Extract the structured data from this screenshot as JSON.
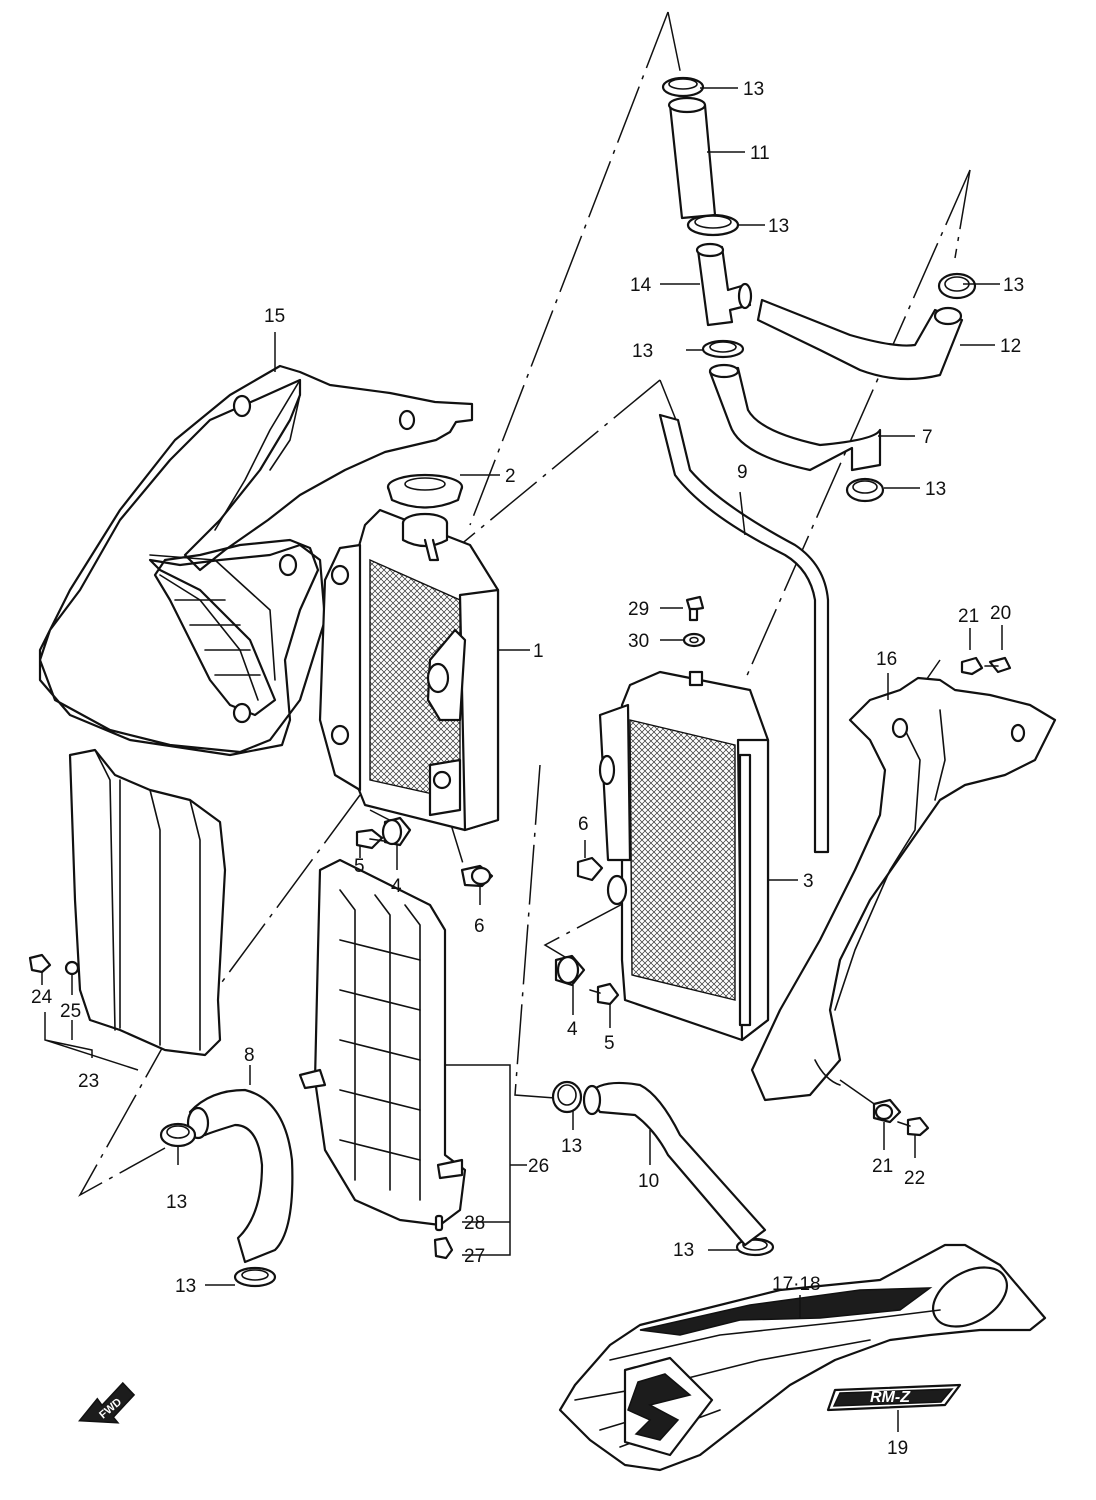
{
  "colors": {
    "line": "#111111",
    "background": "#ffffff"
  },
  "callouts": [
    "1",
    "2",
    "3",
    "4",
    "4",
    "5",
    "5",
    "6",
    "6",
    "7",
    "8",
    "9",
    "10",
    "11",
    "12",
    "13",
    "13",
    "13",
    "13",
    "13",
    "13",
    "13",
    "13",
    "13",
    "13",
    "14",
    "15",
    "16",
    "17·18",
    "19",
    "20",
    "21",
    "21",
    "22",
    "23",
    "24",
    "25",
    "26",
    "27",
    "28",
    "29",
    "30"
  ],
  "markings": {
    "fwd_arrow": "FWD",
    "shroud_logo": "RM-Z"
  }
}
